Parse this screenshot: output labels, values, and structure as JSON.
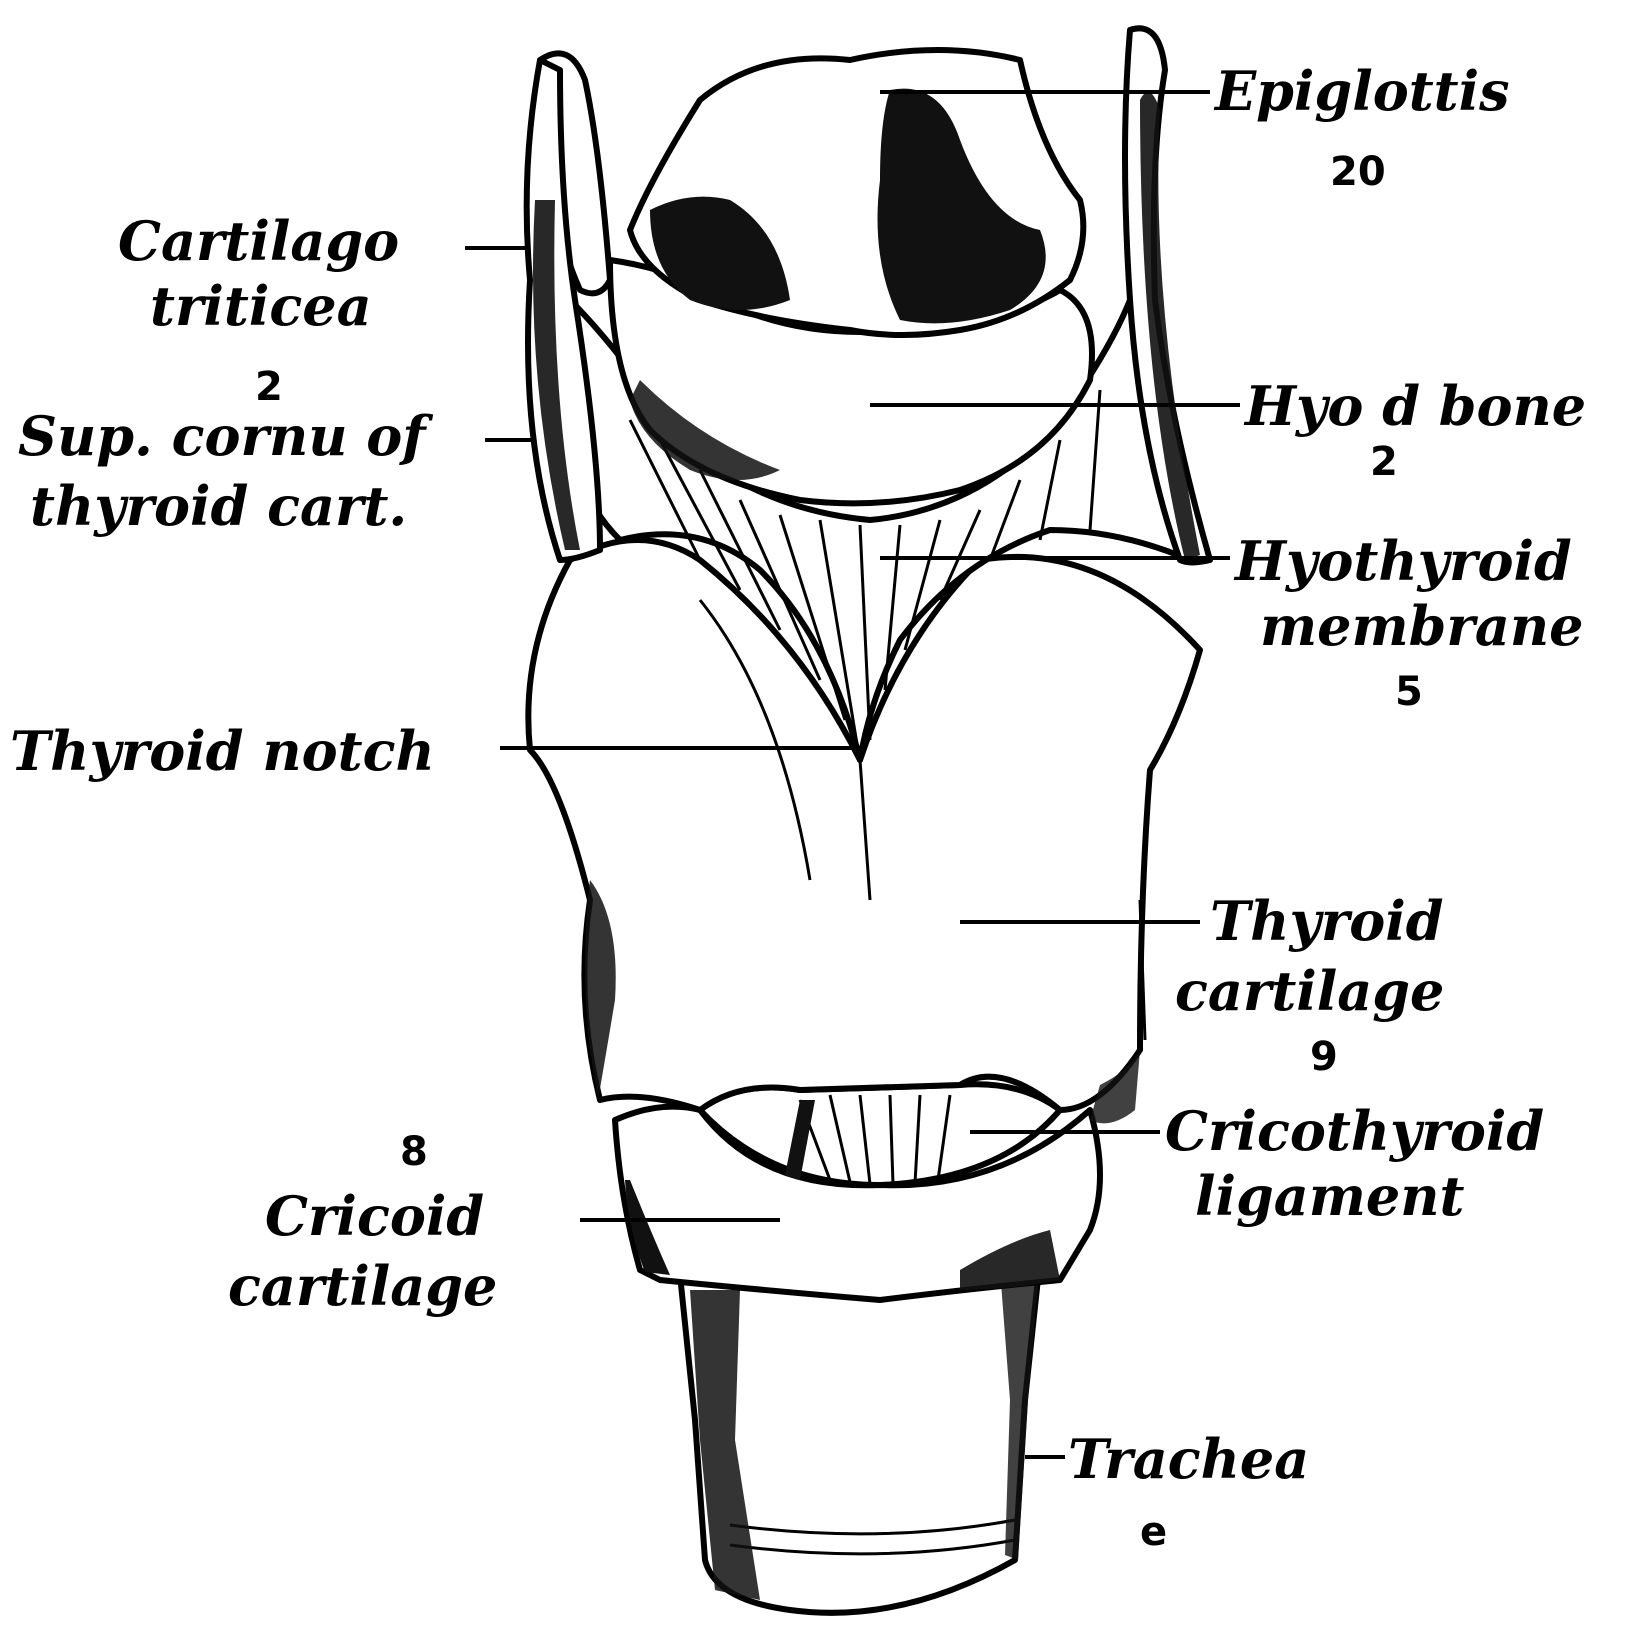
{
  "labels": {
    "epiglottis": "Epiglottis",
    "epiglottis_note": "20",
    "cartilago_triticea_1": "Cartilago",
    "cartilago_triticea_2": "triticea",
    "sup_cornu_note": "2",
    "sup_cornu_1": "Sup. cornu of",
    "sup_cornu_2": "thyroid cart.",
    "hyoid_bone": "Hyo d bone",
    "hyoid_note": "2",
    "hyothyroid_1": "Hyothyroid",
    "hyothyroid_2": "membrane",
    "hyothyroid_note": "5",
    "thyroid_notch": "Thyroid notch",
    "thyroid_cart_1": "Thyroid",
    "thyroid_cart_2": "cartilage",
    "thyroid_cart_note": "9",
    "cricoid_note": "8",
    "cricoid_1": "Cricoid",
    "cricoid_2": "cartilage",
    "cricothyroid_1": "Cricothyroid",
    "cricothyroid_2": "ligament",
    "trachea": "Trachea",
    "trachea_note": "e"
  }
}
